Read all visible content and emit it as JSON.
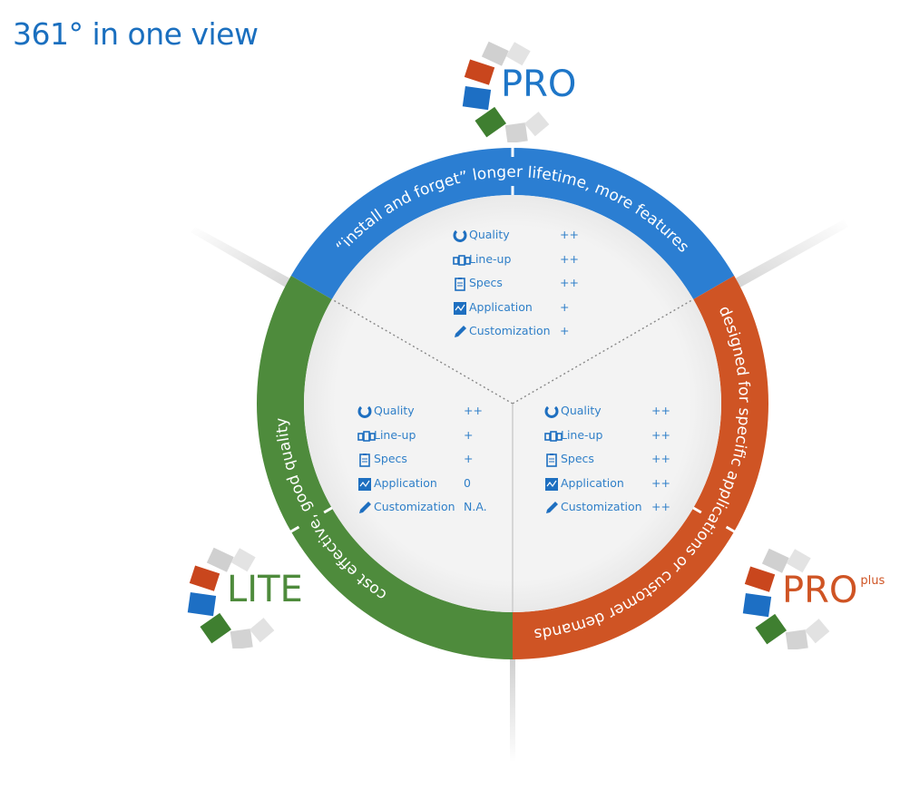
{
  "title": "361° in one view",
  "colors": {
    "pro": "#2b7ed2",
    "proplus": "#cf5424",
    "lite": "#4e8b3c",
    "text": "#2f7fc8"
  },
  "logos": {
    "pro": {
      "word": "PRO"
    },
    "lite": {
      "word": "LITE"
    },
    "proplus": {
      "word": "PRO",
      "sup": "plus"
    }
  },
  "ring": {
    "pro": "“install and forget” longer lifetime, more features",
    "proplus": "designed for specific applications or customer demands",
    "lite": "cost effective, good quality"
  },
  "tables": {
    "pro": [
      {
        "icon": "quality-icon",
        "label": "Quality",
        "value": "++"
      },
      {
        "icon": "lineup-icon",
        "label": "Line-up",
        "value": "++"
      },
      {
        "icon": "specs-icon",
        "label": "Specs",
        "value": "++"
      },
      {
        "icon": "application-icon",
        "label": "Application",
        "value": "+"
      },
      {
        "icon": "customization-icon",
        "label": "Customization",
        "value": "+"
      }
    ],
    "lite": [
      {
        "icon": "quality-icon",
        "label": "Quality",
        "value": "++"
      },
      {
        "icon": "lineup-icon",
        "label": "Line-up",
        "value": "+"
      },
      {
        "icon": "specs-icon",
        "label": "Specs",
        "value": "+"
      },
      {
        "icon": "application-icon",
        "label": "Application",
        "value": "0"
      },
      {
        "icon": "customization-icon",
        "label": "Customization",
        "value": "N.A."
      }
    ],
    "proplus": [
      {
        "icon": "quality-icon",
        "label": "Quality",
        "value": "++"
      },
      {
        "icon": "lineup-icon",
        "label": "Line-up",
        "value": "++"
      },
      {
        "icon": "specs-icon",
        "label": "Specs",
        "value": "++"
      },
      {
        "icon": "application-icon",
        "label": "Application",
        "value": "++"
      },
      {
        "icon": "customization-icon",
        "label": "Customization",
        "value": "++"
      }
    ]
  }
}
